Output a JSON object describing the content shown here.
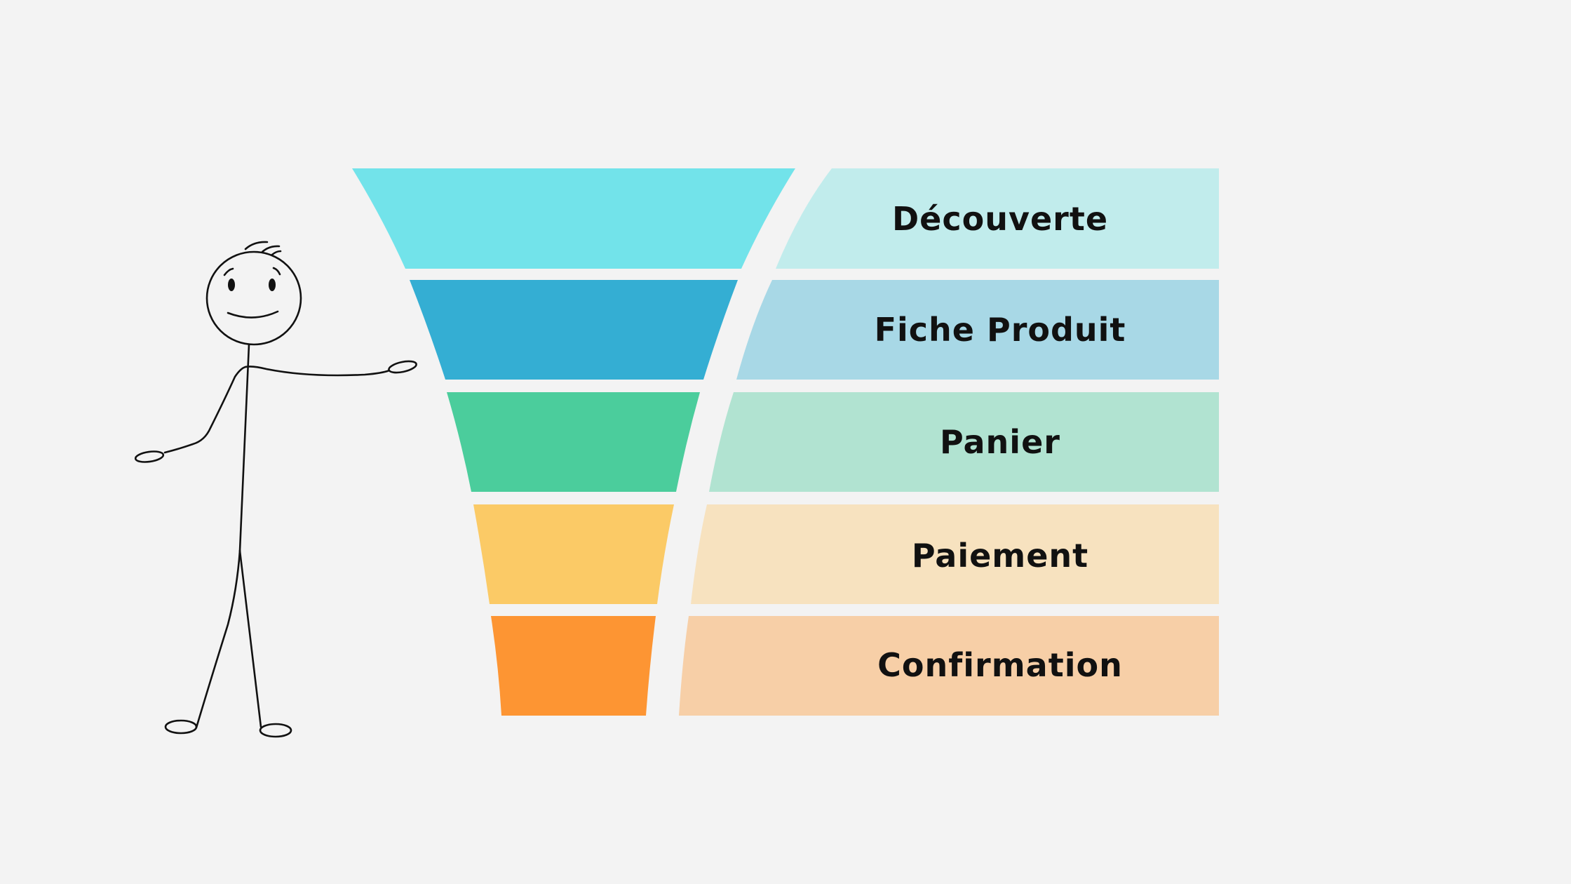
{
  "diagram": {
    "type": "funnel",
    "background": "#f3f3f3",
    "stages": [
      {
        "label": "Découverte",
        "funnel_color": "#72e3ea",
        "label_bg": "#c1ecec"
      },
      {
        "label": "Fiche Produit",
        "funnel_color": "#34aed3",
        "label_bg": "#a8d8e6"
      },
      {
        "label": "Panier",
        "funnel_color": "#4bcd9c",
        "label_bg": "#b1e3d1"
      },
      {
        "label": "Paiement",
        "funnel_color": "#fbca66",
        "label_bg": "#f7e2bf"
      },
      {
        "label": "Confirmation",
        "funnel_color": "#fd9533",
        "label_bg": "#f7cfa7"
      }
    ],
    "illustration": "stick-figure-presenting"
  }
}
